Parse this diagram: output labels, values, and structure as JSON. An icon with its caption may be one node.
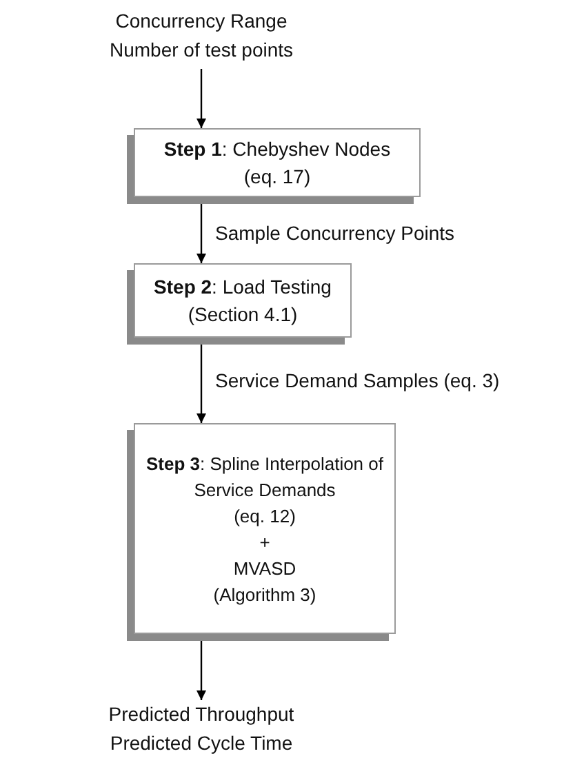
{
  "diagram": {
    "nodes": [
      {
        "text": [
          "Concurrency Range",
          "Number of test points"
        ]
      },
      {
        "text": [
          "**Step 1**:  Chebyshev Nodes",
          "(eq. 17)"
        ]
      },
      {
        "text": [
          "**Step 2**:  Load Testing",
          "(Section 4.1)"
        ]
      },
      {
        "text": [
          "**Step 3**:  Spline Interpolation of Service Demands",
          "(eq. 12)",
          "+",
          "MVASD",
          "(Algorithm 3)"
        ]
      },
      {
        "text": [
          "Predicted Throughput",
          "Predicted Cycle Time"
        ]
      }
    ],
    "edges": [
      {
        "from": 0,
        "to": 1,
        "arrow": "to"
      },
      {
        "from": 1,
        "to": 2,
        "arrow": "to",
        "label": "Sample Concurrency Points"
      },
      {
        "from": 2,
        "to": 3,
        "arrow": "to",
        "label": "Service Demand Samples (eq. 3)"
      },
      {
        "from": 3,
        "to": 4,
        "arrow": "to"
      }
    ]
  }
}
